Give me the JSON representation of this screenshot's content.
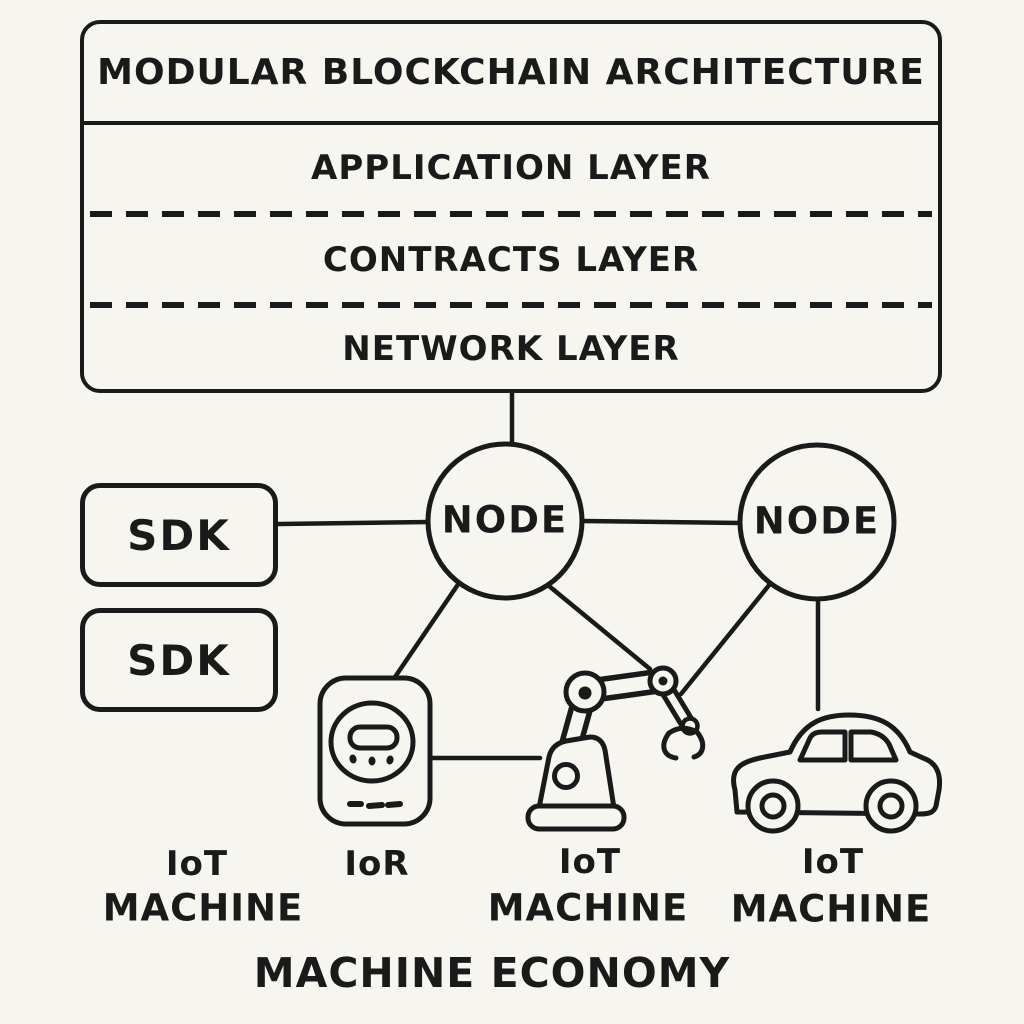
{
  "colors": {
    "background": "#f7f5ef",
    "ink": "#1a1a1a"
  },
  "architecture_box": {
    "title": "MODULAR BLOCKCHAIN ARCHITECTURE",
    "layers": [
      {
        "label": "APPLICATION LAYER"
      },
      {
        "label": "CONTRACTS LAYER"
      },
      {
        "label": "NETWORK LAYER"
      }
    ]
  },
  "sdk_boxes": [
    {
      "label": "SDK"
    },
    {
      "label": "SDK"
    }
  ],
  "nodes": [
    {
      "label": "NODE"
    },
    {
      "label": "NODE"
    }
  ],
  "machine_labels": [
    {
      "line1": "IoT",
      "line2": "MACHINE"
    },
    {
      "line1": "IoR",
      "line2": ""
    },
    {
      "line1": "IoT",
      "line2": "MACHINE"
    },
    {
      "line1": "IoT",
      "line2": "MACHINE"
    }
  ],
  "icons": [
    {
      "name": "iot-device-icon"
    },
    {
      "name": "robot-arm-icon"
    },
    {
      "name": "car-icon"
    }
  ],
  "footer": {
    "caption": "MACHINE ECONOMY"
  }
}
